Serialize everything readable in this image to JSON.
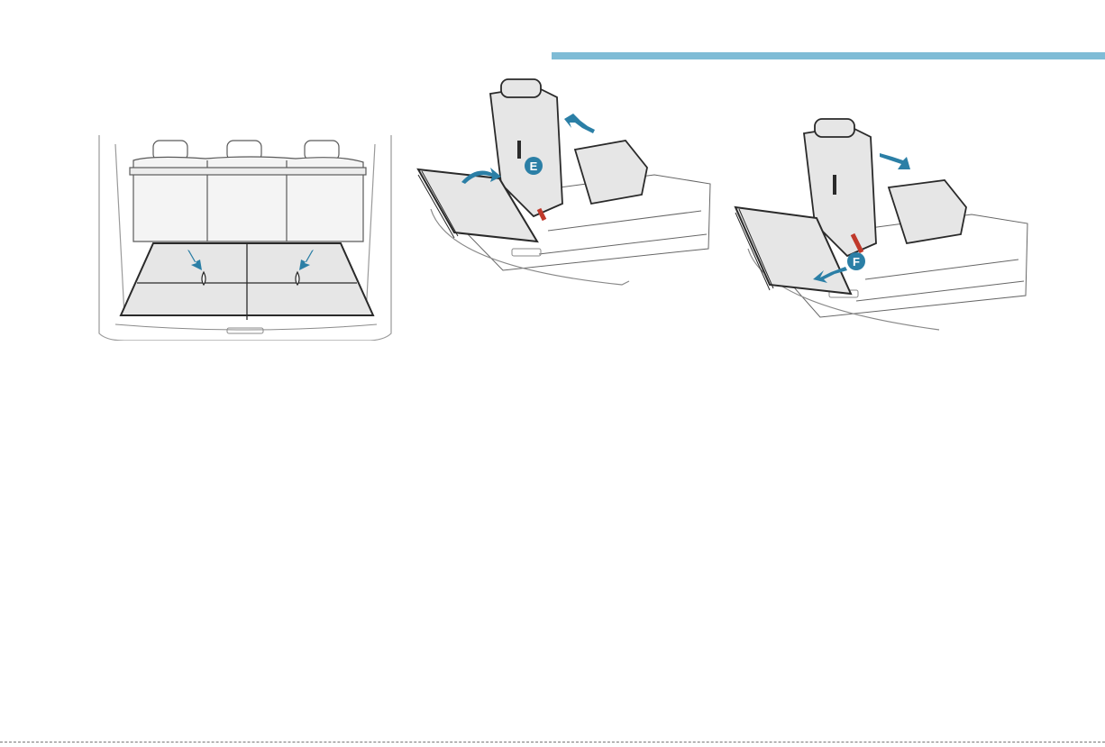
{
  "colors": {
    "accent": "#7fbcd6",
    "arrow": "#2b7fa6",
    "panel_fill": "#e6e6e6",
    "outline": "#3a3a3a",
    "strap": "#c0392b"
  },
  "figures": [
    {
      "id": "trunk-floor",
      "callouts": []
    },
    {
      "id": "seat-fold-E",
      "callouts": [
        "E"
      ]
    },
    {
      "id": "seat-slide-F",
      "callouts": [
        "F"
      ]
    }
  ],
  "icons": [
    "arrow-icon",
    "callout-badge"
  ]
}
